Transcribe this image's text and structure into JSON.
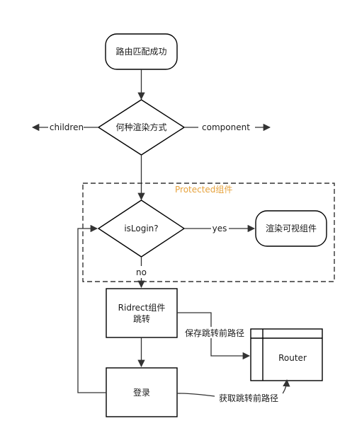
{
  "nodes": {
    "start": "路由匹配成功",
    "render_mode": "何种渲染方式",
    "is_login": "isLogin?",
    "render_visible": "渲染可视组件",
    "redirect_line1": "Ridrect组件",
    "redirect_line2": "跳转",
    "login": "登录",
    "router": "Router"
  },
  "group": {
    "label": "Protected组件"
  },
  "edges": {
    "children": "children",
    "component": "component",
    "yes": "yes",
    "no": "no",
    "save_path": "保存跳转前路径",
    "get_path": "获取跳转前路径"
  },
  "colors": {
    "group_label": "#e6a23c",
    "stroke": "#000000",
    "edge": "#333333"
  }
}
